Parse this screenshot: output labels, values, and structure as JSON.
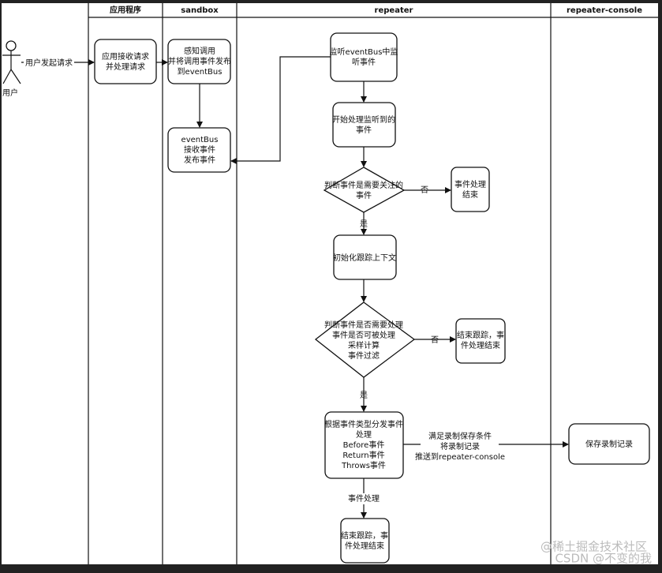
{
  "lanes": {
    "app": "应用程序",
    "sandbox": "sandbox",
    "repeater": "repeater",
    "console": "repeater-console"
  },
  "actor": {
    "label": "用户",
    "request_label": "用户发起请求"
  },
  "nodes": {
    "app_receive": [
      "应用接收请求",
      "并处理请求"
    ],
    "sense_call": [
      "感知调用",
      "并将调用事件发布",
      "到eventBus"
    ],
    "eventbus": [
      "eventBus",
      "接收事件",
      "发布事件"
    ],
    "listen": [
      "监听eventBus中监",
      "听事件"
    ],
    "start_handle": [
      "开始处理监听到的",
      "事件"
    ],
    "decision_focus": [
      "判断事件是需要关注的",
      "事件"
    ],
    "end_handle": [
      "事件处理",
      "结束"
    ],
    "init_trace": [
      "初始化跟踪上下文"
    ],
    "decision_process": [
      "判断事件是否需要处理",
      "事件是否可被处理",
      "采样计算",
      "事件过滤"
    ],
    "end_trace_1": [
      "结束跟踪，事",
      "件处理结束"
    ],
    "dispatch": [
      "根据事件类型分发事件",
      "处理",
      "Before事件",
      "Return事件",
      "Throws事件"
    ],
    "save_record": [
      "保存录制记录"
    ],
    "end_trace_2": [
      "结束跟踪，事",
      "件处理结束"
    ]
  },
  "edges": {
    "no1": "否",
    "yes1": "是",
    "no2": "否",
    "yes2": "是",
    "push": [
      "满足录制保存条件",
      "将录制记录",
      "推送到repeater-console"
    ],
    "handle": "事件处理"
  },
  "watermark": [
    "@稀土掘金技术社区",
    "CSDN @不变的我"
  ]
}
